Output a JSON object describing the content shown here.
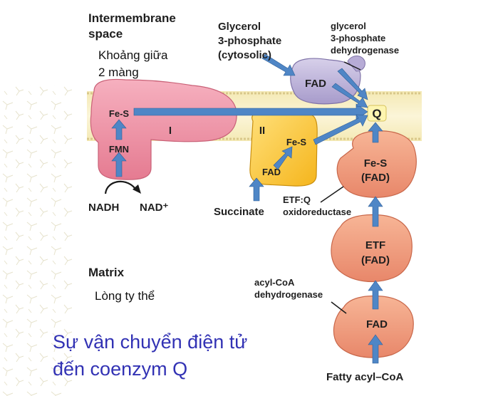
{
  "regions": {
    "intermembrane_line1": "Intermembrane",
    "intermembrane_line2": "space",
    "intermembrane_vi_line1": "Khoảng giữa",
    "intermembrane_vi_line2": "2 màng",
    "matrix": "Matrix",
    "matrix_vi": "Lòng ty thể"
  },
  "complex_I": {
    "roman": "I",
    "fes": "Fe-S",
    "fmn": "FMN",
    "substrate": "NADH",
    "product": "NAD⁺"
  },
  "complex_II": {
    "roman": "II",
    "fes": "Fe-S",
    "fad": "FAD",
    "substrate": "Succinate"
  },
  "glycerol": {
    "substrate_line1": "Glycerol",
    "substrate_line2": "3-phosphate",
    "substrate_line3": "(cytosolic)",
    "enzyme_line1": "glycerol",
    "enzyme_line2": "3-phosphate",
    "enzyme_line3": "dehydrogenase",
    "fad": "FAD"
  },
  "ubiquinone": "Q",
  "etf_q": {
    "fes": "Fe-S",
    "fad": "(FAD)",
    "label_line1": "ETF:Q",
    "label_line2": "oxidoreductase"
  },
  "etf": {
    "name": "ETF",
    "fad": "(FAD)"
  },
  "acyl_coa": {
    "label_line1": "acyl-CoA",
    "label_line2": "dehydrogenase",
    "fad": "FAD",
    "substrate": "Fatty acyl–CoA"
  },
  "title": {
    "line1": "Sự vận chuyển điện tử",
    "line2": "đến coenzym Q"
  }
}
